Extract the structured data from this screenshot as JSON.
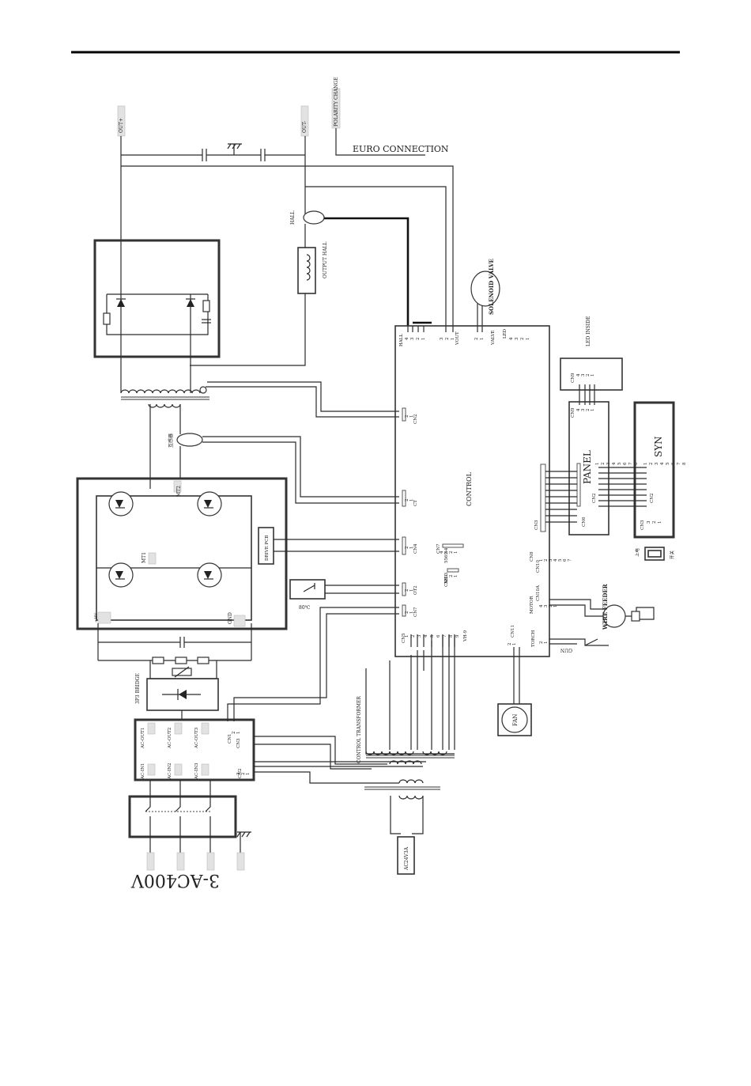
{
  "labels": {
    "out_plus": "OUT+",
    "out_minus": "OUT-",
    "polarity_change": "POLARITY CHANGE",
    "euro_connection": "EURO CONNECTION",
    "hall": "HALL",
    "output_hall": "OUTPUT HALL",
    "solenoid_valve": "SOLENOID VALVE",
    "led_inside": "LED INSIDE",
    "ct_label": "互感器",
    "mt1": "MT1",
    "mt2": "MT2",
    "plus_hv": "+HV",
    "gnd": "GND",
    "drive_pcb": "DRIVE PCB",
    "temp": "80℃",
    "bridge": "3P3 BRIDGE",
    "ac_out1": "AC-OUT1",
    "ac_out2": "AC-OUT2",
    "ac_out3": "AC-OUT3",
    "ac_in1": "AC-IN1",
    "ac_in2": "AC-IN2",
    "ac_in3": "AC-IN3",
    "control_transformer": "CONTROL TRANSFORMER",
    "ac24v": "AC24V3A",
    "fan": "FAN",
    "supply": "3-AC400V",
    "control": "CONTROL",
    "panel": "PANEL",
    "syn": "SYN",
    "wire_feeder": "WIRE FEEDER",
    "gun": "GUN",
    "switch_label": "开关",
    "up_label": "上电"
  },
  "connectors": {
    "hall_cn": "HALL",
    "vout": "VOUT",
    "valve": "VALVE",
    "led": "LED",
    "cn2_ctrl": "CN2",
    "ct": "CT",
    "cn4": "CN4",
    "ot2": "OT2",
    "cn7_left": "CN7",
    "cn7": "CN7",
    "cn7_type": "5569-4",
    "cn9": "CN9",
    "cn9_type": "XH-3",
    "cn3": "CN3",
    "cn8": "CN8",
    "cn10": "CN10",
    "motor": "MOTOR",
    "motor_cn": "CN10A",
    "torch": "TORCH",
    "cn5": "CN5",
    "vh9": "VH-9",
    "cn11": "CN11",
    "cn6": "CN6",
    "cn2_panel": "CN2",
    "cn9_panel": "CN9",
    "cn9_led": "CN9",
    "cn2_syn": "CN2",
    "cn3_syn": "CN3",
    "cn1_ac": "CN1",
    "cn3_ac": "CN3",
    "cn2_ac": "CN2"
  },
  "pins": {
    "p4": [
      "4",
      "3",
      "2",
      "1"
    ],
    "p3": [
      "3",
      "2",
      "1"
    ],
    "p2": [
      "2",
      "1"
    ],
    "p9": [
      "1",
      "2",
      "3",
      "4",
      "5",
      "6",
      "7",
      "8",
      "9"
    ],
    "p8": [
      "1",
      "2",
      "3",
      "4",
      "5",
      "6",
      "7",
      "8"
    ],
    "p7": [
      "1",
      "2",
      "3",
      "4",
      "5",
      "6",
      "7"
    ]
  }
}
